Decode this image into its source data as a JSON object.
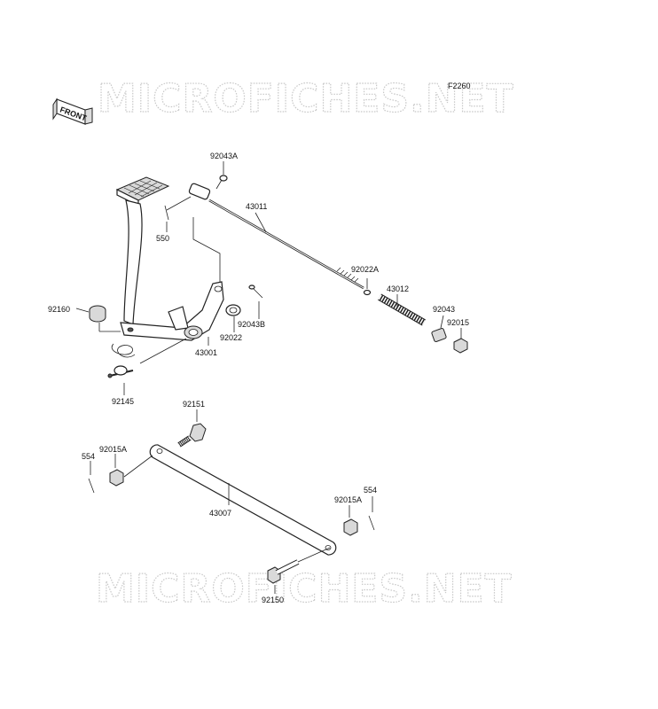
{
  "watermark": {
    "top_text": "MICROFICHES.NET",
    "bottom_text": "MICROFICHES.NET"
  },
  "figure_code": "F2260",
  "direction_badge": "FRONT",
  "parts": {
    "p92043A": "92043A",
    "p43011": "43011",
    "p550": "550",
    "p92022A": "92022A",
    "p43012": "43012",
    "p92160": "92160",
    "p92043": "92043",
    "p92015": "92015",
    "p92022": "92022",
    "p92043B": "92043B",
    "p43001": "43001",
    "p92145": "92145",
    "p92151": "92151",
    "p92015A_left": "92015A",
    "p554_left": "554",
    "p43007": "43007",
    "p92015A_right": "92015A",
    "p554_right": "554",
    "p92150": "92150"
  }
}
